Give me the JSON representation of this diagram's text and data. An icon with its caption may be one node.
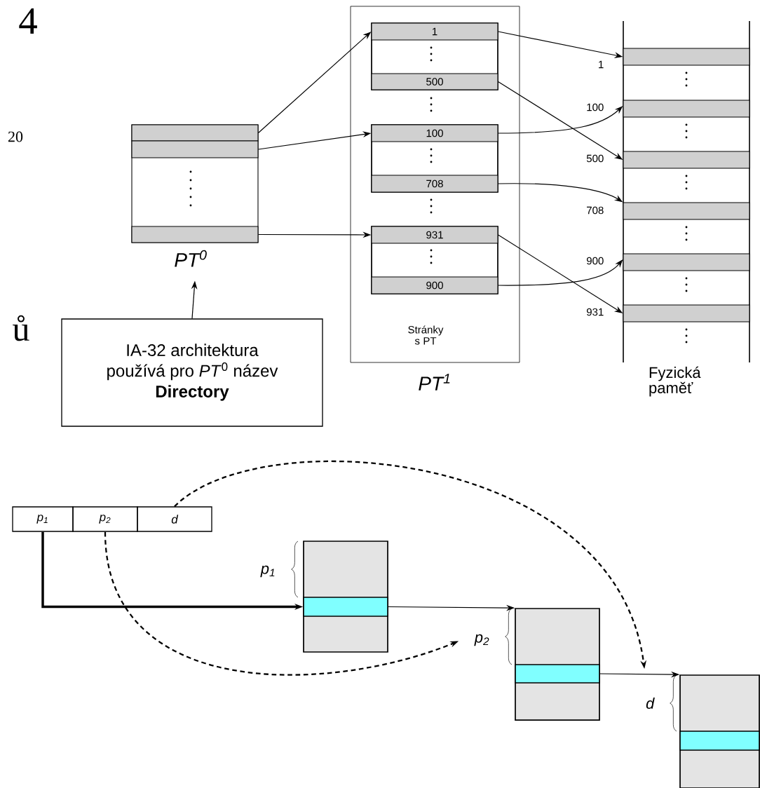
{
  "diagram": {
    "nodes": [
      {
        "text": [
          "PT$^{0}$"
        ]
      },
      {
        "text": [],
        "shape": "bar",
        "in": 0
      },
      {
        "text": [],
        "shape": "bar",
        "in": 0
      },
      {
        "text": [],
        "shape": "bar",
        "in": 0
      },
      {
        "text": [
          "Stránky s PT",
          "PT$^{1}$"
        ]
      },
      {
        "text": [],
        "shape": "box",
        "in": 4
      },
      {
        "text": [],
        "shape": "box",
        "in": 4
      },
      {
        "text": [],
        "shape": "box",
        "in": 4
      },
      {
        "text": [
          "1"
        ],
        "in": 5
      },
      {
        "text": [
          "500"
        ],
        "in": 5
      },
      {
        "text": [
          "100"
        ],
        "in": 6
      },
      {
        "text": [
          "708"
        ],
        "in": 6
      },
      {
        "text": [
          "931"
        ],
        "in": 7
      },
      {
        "text": [
          "900"
        ],
        "in": 7
      },
      {
        "text": [
          "Fyzická paměť"
        ]
      },
      {
        "text": [],
        "shape": "bar",
        "in": 14,
        "beside": [
          "1"
        ]
      },
      {
        "text": [],
        "shape": "bar",
        "in": 14,
        "beside": [
          "100"
        ]
      },
      {
        "text": [],
        "shape": "bar",
        "in": 14,
        "beside": [
          "500"
        ]
      },
      {
        "text": [],
        "shape": "bar",
        "in": 14,
        "beside": [
          "708"
        ]
      },
      {
        "text": [],
        "shape": "bar",
        "in": 14,
        "beside": [
          "900"
        ]
      },
      {
        "text": [],
        "shape": "bar",
        "in": 14,
        "beside": [
          "931"
        ]
      },
      {
        "text": [
          "IA-32 architektura používá pro *PT*$^{0}$ název **Directory**"
        ]
      },
      {
        "text": [
          "p$_{1}$"
        ]
      },
      {
        "text": [
          "p$_{2}$"
        ]
      },
      {
        "text": [
          "d"
        ]
      },
      {
        "text": [],
        "shape": "box",
        "beside": [
          "p$_{1}$"
        ]
      },
      {
        "text": [],
        "shape": "bar",
        "in": 25
      },
      {
        "text": [],
        "shape": "box",
        "beside": [
          "p$_{2}$"
        ]
      },
      {
        "text": [],
        "shape": "bar",
        "in": 27
      },
      {
        "text": [],
        "shape": "box",
        "beside": [
          "d"
        ]
      },
      {
        "text": [],
        "shape": "bar",
        "in": 29
      }
    ],
    "edges": [
      {
        "from": 1,
        "to": 8,
        "arrow": "to"
      },
      {
        "from": 2,
        "to": 10,
        "arrow": "to"
      },
      {
        "from": 3,
        "to": 12,
        "arrow": "to"
      },
      {
        "from": 8,
        "to": 15,
        "arrow": "to"
      },
      {
        "from": 9,
        "to": 17,
        "arrow": "to"
      },
      {
        "from": 10,
        "to": 16,
        "arrow": "to"
      },
      {
        "from": 11,
        "to": 18,
        "arrow": "to"
      },
      {
        "from": 12,
        "to": 20,
        "arrow": "to"
      },
      {
        "from": 13,
        "to": 19,
        "arrow": "to"
      },
      {
        "from": 21,
        "to": 0,
        "arrow": "to"
      },
      {
        "from": 22,
        "to": 26,
        "arrow": "to",
        "style": "thick"
      },
      {
        "from": 23,
        "to": 27,
        "arrow": "to",
        "style": "dashed"
      },
      {
        "from": 24,
        "to": 29,
        "arrow": "to",
        "style": "dashed"
      },
      {
        "from": 26,
        "to": 27,
        "arrow": "to"
      },
      {
        "from": 28,
        "to": 29,
        "arrow": "to"
      }
    ],
    "labels": [
      "4",
      "20",
      "ů"
    ]
  }
}
